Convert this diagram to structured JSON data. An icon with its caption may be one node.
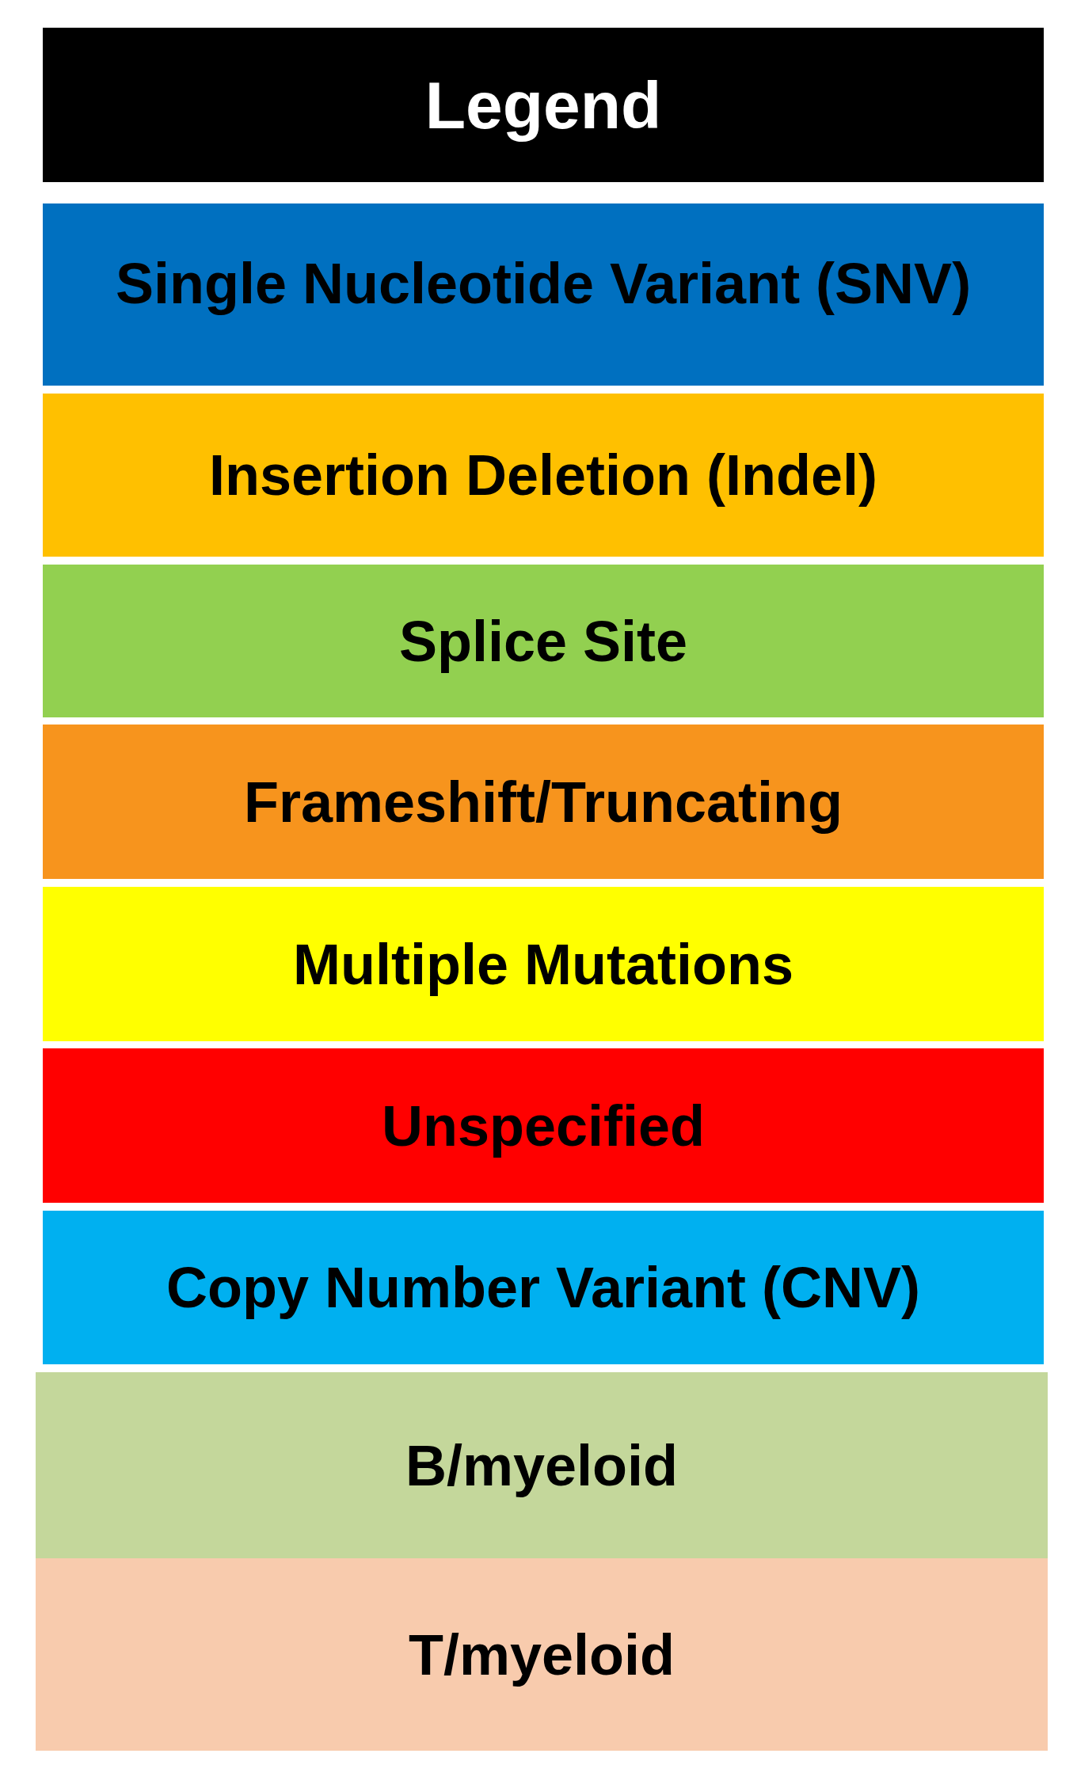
{
  "diagram": {
    "title": "Legend",
    "legend": [
      {
        "text": "Single Nucleotide Variant (SNV)",
        "color": "#0070c0"
      },
      {
        "text": "Insertion Deletion (Indel)",
        "color": "#ffc000"
      },
      {
        "text": "Splice Site",
        "color": "#92d050"
      },
      {
        "text": "Frameshift/Truncating",
        "color": "#f7941d"
      },
      {
        "text": "Multiple Mutations",
        "color": "#ffff00"
      },
      {
        "text": "Unspecified",
        "color": "#ff0000"
      },
      {
        "text": "Copy Number Variant (CNV)",
        "color": "#00b0f0"
      },
      {
        "text": "B/myeloid",
        "color": "#c4d79b"
      },
      {
        "text": "T/myeloid",
        "color": "#f8cbad"
      }
    ]
  }
}
